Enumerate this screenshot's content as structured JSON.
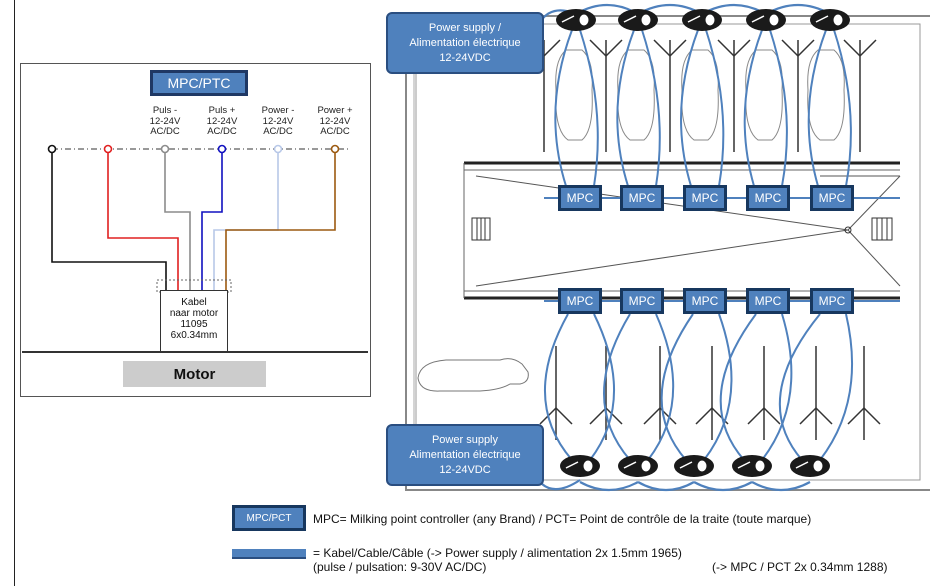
{
  "wiring": {
    "header": "MPC/PTC",
    "terminals": [
      {
        "lines": [
          "",
          "",
          ""
        ],
        "color": "#111111"
      },
      {
        "lines": [
          "",
          "",
          ""
        ],
        "color": "#e02020"
      },
      {
        "lines": [
          "Puls -",
          "12-24V",
          "AC/DC"
        ],
        "color": "#8c8c8c"
      },
      {
        "lines": [
          "Puls +",
          "12-24V",
          "AC/DC"
        ],
        "color": "#1010c0"
      },
      {
        "lines": [
          "Power -",
          "12-24V",
          "AC/DC"
        ],
        "color": "#b8c8e8"
      },
      {
        "lines": [
          "Power +",
          "12-24V",
          "AC/DC"
        ],
        "color": "#9c5a10"
      }
    ],
    "cable_box": [
      "Kabel",
      "naar motor",
      "11095",
      "6x0.34mm"
    ],
    "motor_label": "Motor"
  },
  "power_supply_top": [
    "Power supply /",
    "Alimentation électrique",
    "12-24VDC"
  ],
  "power_supply_bottom": [
    "Power supply",
    "Alimentation électrique",
    "12-24VDC"
  ],
  "mpc_label": "MPC",
  "mpc_top_count": 5,
  "mpc_bottom_count": 5,
  "legend": {
    "key_label": "MPC/PCT",
    "key_text": "MPC= Milking point controller (any Brand)  / PCT= Point de contrôle de la traite (toute marque)",
    "cable_text_1": "= Kabel/Cable/Câble (-> Power supply / alimentation 2x  1.5mm 1965)",
    "cable_text_2": "(pulse / pulsation: 9-30V AC/DC)",
    "cable_text_3": "(-> MPC / PCT  2x 0.34mm 1288)"
  },
  "colors": {
    "accent": "#4f81bd",
    "accent_dark": "#17375e",
    "cable": "#4f81bd"
  }
}
